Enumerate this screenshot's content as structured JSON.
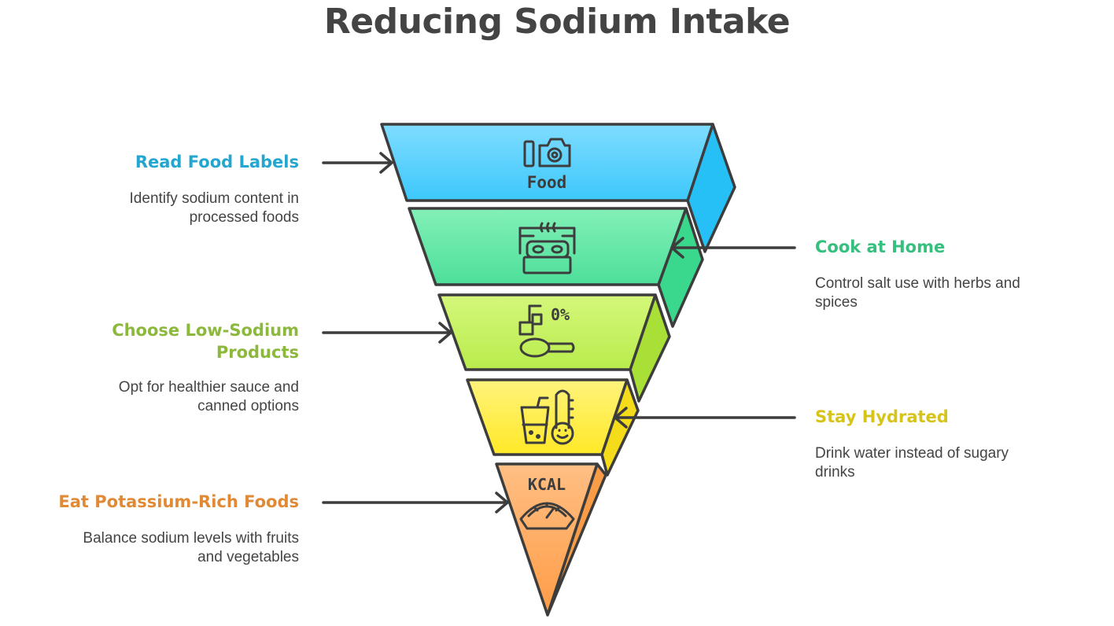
{
  "title": "Reducing Sodium Intake",
  "levels": [
    {
      "label": "Read Food Labels",
      "description": "Identify sodium content in processed foods",
      "icon": "camera-food-icon",
      "icon_text": "Food",
      "label_color": "#23a6cf",
      "fill_top": "#7fdcff",
      "fill_bottom": "#3cc8fb",
      "side_fill": "#27c0f6"
    },
    {
      "label": "Cook at Home",
      "description": "Control salt use with herbs and spices",
      "icon": "stove-icon",
      "label_color": "#36bf7f",
      "fill_top": "#83f0b8",
      "fill_bottom": "#4ddf9a",
      "side_fill": "#3ad88d"
    },
    {
      "label": "Choose Low-Sodium Products",
      "description": "Opt for healthier sauce and canned options",
      "icon": "salt-spoon-icon",
      "icon_text": "0%",
      "label_color": "#8cb83b",
      "fill_top": "#d4f77a",
      "fill_bottom": "#b9ec4d",
      "side_fill": "#a9e038"
    },
    {
      "label": "Stay Hydrated",
      "description": "Drink water instead of sugary drinks",
      "icon": "drink-thermometer-icon",
      "label_color": "#d6c41a",
      "fill_top": "#fff37c",
      "fill_bottom": "#ffe927",
      "side_fill": "#f5dc1a"
    },
    {
      "label": "Eat Potassium-Rich Foods",
      "description": "Balance sodium levels with fruits and vegetables",
      "icon": "scale-kcal-icon",
      "icon_text": "KCAL",
      "label_color": "#e08a35",
      "fill_top": "#ffbf84",
      "fill_bottom": "#ff9c46",
      "side_fill": "#f99c48"
    }
  ],
  "stroke_color": "#3d3d3d",
  "text_color": "#444444"
}
